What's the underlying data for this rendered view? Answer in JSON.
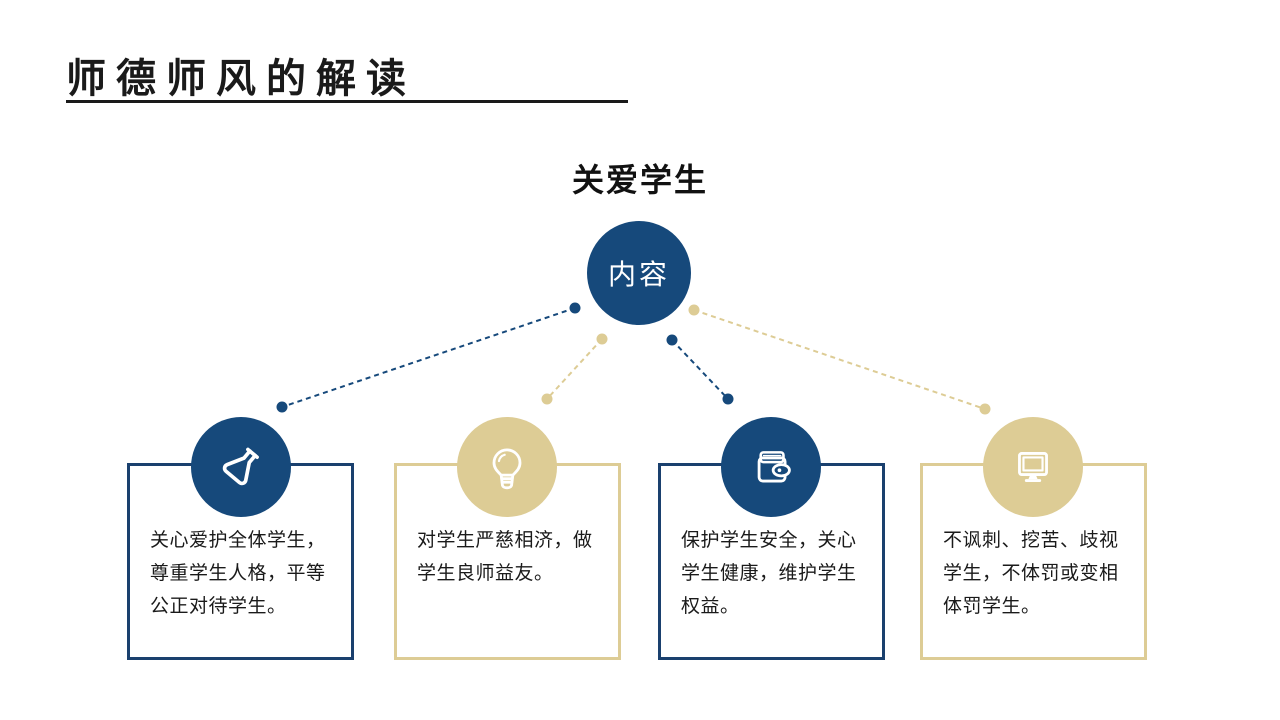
{
  "slide": {
    "title": "师德师风的解读",
    "heading": "关爱学生",
    "center_node": {
      "label": "内容"
    },
    "colors": {
      "navy": "#16497B",
      "navy_border": "#1A406E",
      "tan": "#DDCC95",
      "text": "#1A1A1A",
      "background": "#FFFFFF"
    },
    "connectors": [
      {
        "from": "center-node",
        "to": "item-1",
        "color": "#16497B",
        "style": "dashed"
      },
      {
        "from": "center-node",
        "to": "item-2",
        "color": "#DDCC95",
        "style": "dashed"
      },
      {
        "from": "center-node",
        "to": "item-3",
        "color": "#16497B",
        "style": "dashed"
      },
      {
        "from": "center-node",
        "to": "item-4",
        "color": "#DDCC95",
        "style": "dashed"
      }
    ],
    "items": [
      {
        "icon": "flask-icon",
        "theme": "navy",
        "text": "关心爱护全体学生，尊重学生人格，平等公正对待学生。"
      },
      {
        "icon": "lightbulb-icon",
        "theme": "tan",
        "text": "对学生严慈相济，做学生良师益友。"
      },
      {
        "icon": "wallet-icon",
        "theme": "navy",
        "text": "保护学生安全，关心学生健康，维护学生权益。"
      },
      {
        "icon": "monitor-icon",
        "theme": "tan",
        "text": "不讽刺、挖苦、歧视学生，不体罚或变相体罚学生。"
      }
    ]
  }
}
